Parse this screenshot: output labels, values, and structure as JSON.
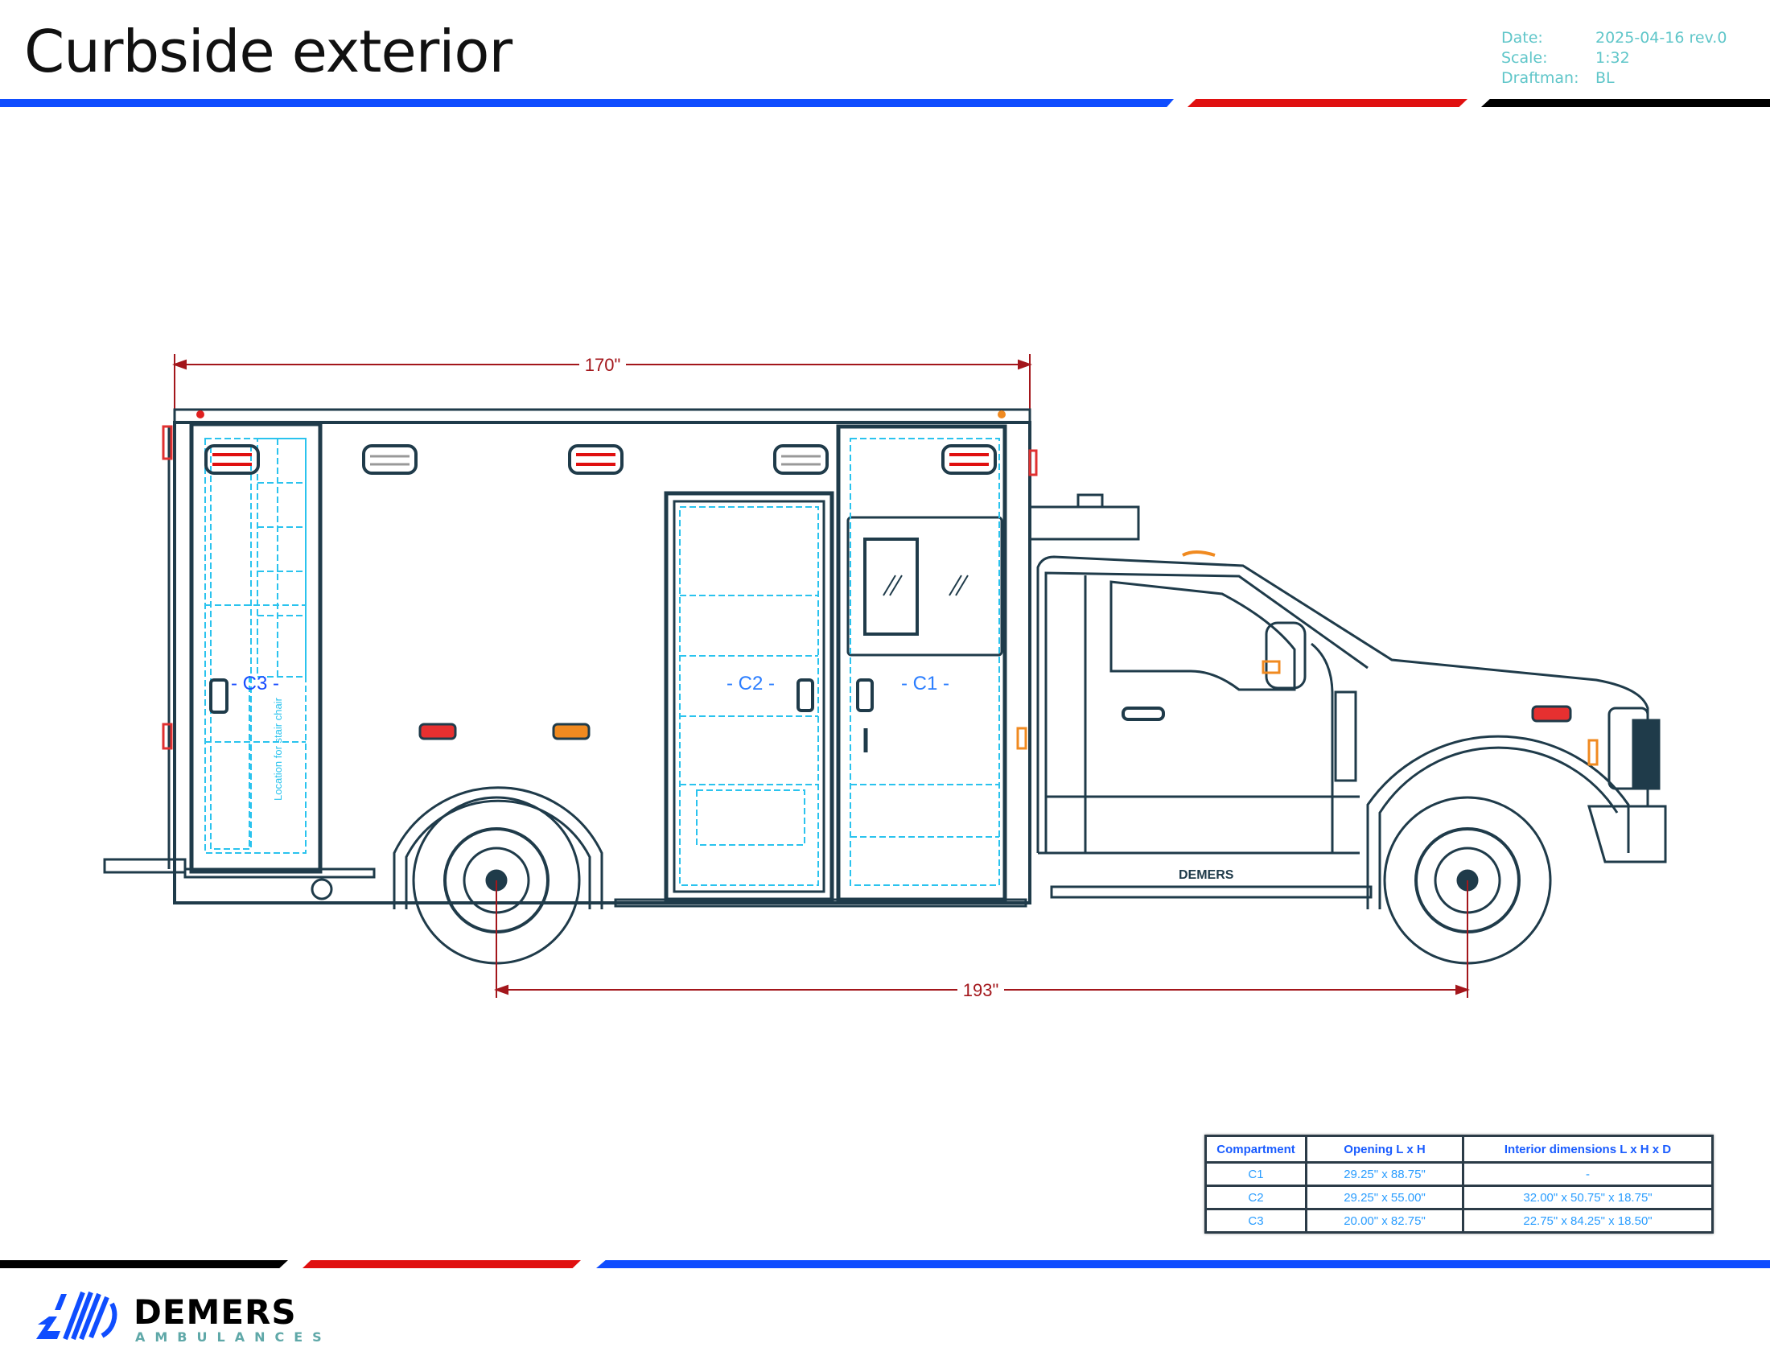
{
  "header": {
    "title": "Curbside exterior",
    "meta": [
      {
        "label": "Date:",
        "value": "2025-04-16 rev.0"
      },
      {
        "label": "Scale:",
        "value": "1:32"
      },
      {
        "label": "Draftman:",
        "value": "BL"
      }
    ]
  },
  "colors": {
    "blue": "#0f4dff",
    "red": "#e01010",
    "black": "#000000",
    "outline": "#1f3b4a",
    "cyan": "#2ac3ee",
    "dimension": "#a3161b"
  },
  "drawing": {
    "overall_length": "170\"",
    "wheelbase": "193\"",
    "compartments": [
      "- C1 -",
      "- C2 -",
      "- C3 -"
    ],
    "stair_chair_note": "Location for stair chair",
    "cab_logo": "DEMERS"
  },
  "table": {
    "headers": [
      "Compartment",
      "Opening  L x H",
      "Interior dimensions L x H x D"
    ],
    "rows": [
      [
        "C1",
        "29.25\" x 88.75\"",
        "-"
      ],
      [
        "C2",
        "29.25\" x 55.00\"",
        "32.00\" x 50.75\" x 18.75\""
      ],
      [
        "C3",
        "20.00\" x 82.75\"",
        "22.75\" x 84.25\" x 18.50\""
      ]
    ]
  },
  "logo": {
    "name": "DEMERS",
    "sub": "AMBULANCES"
  }
}
